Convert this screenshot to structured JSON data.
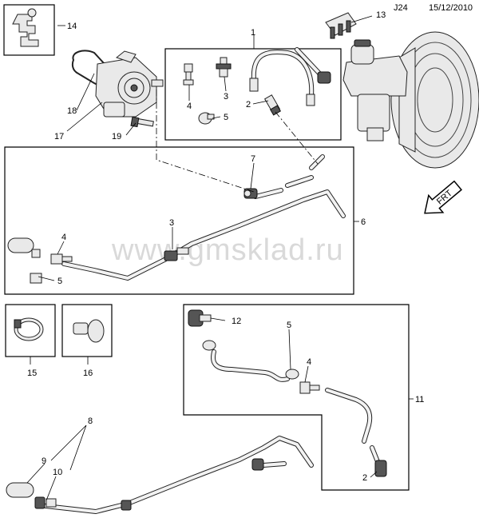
{
  "header": {
    "code": "J24",
    "date": "15/12/2010"
  },
  "watermark": "www.gmsklad.ru",
  "direction_label": "FRT",
  "callouts": {
    "c1": "1",
    "c2a": "2",
    "c2b": "2",
    "c3a": "3",
    "c3b": "3",
    "c4a": "4",
    "c4b": "4",
    "c4c": "4",
    "c5a": "5",
    "c5b": "5",
    "c5c": "5",
    "c6": "6",
    "c7": "7",
    "c8": "8",
    "c9": "9",
    "c10": "10",
    "c11": "11",
    "c12": "12",
    "c13": "13",
    "c14": "14",
    "c15": "15",
    "c16": "16",
    "c17": "17",
    "c18": "18",
    "c19": "19"
  }
}
